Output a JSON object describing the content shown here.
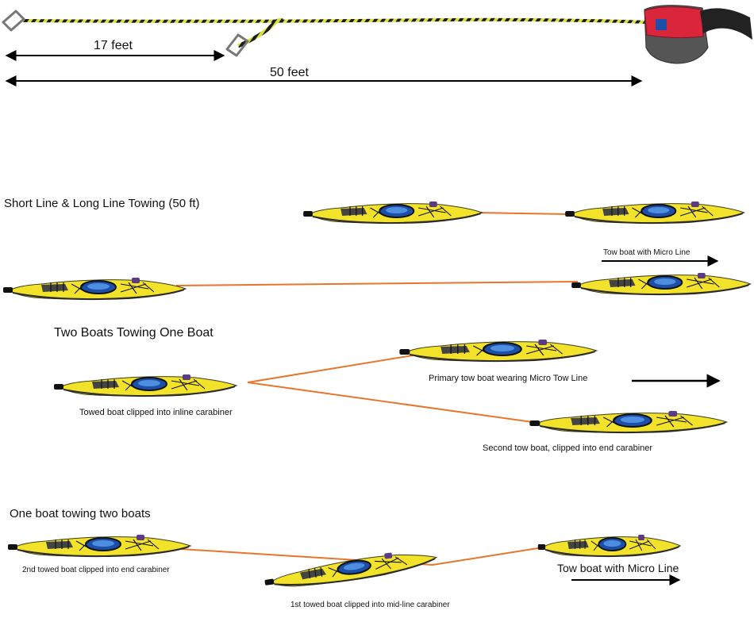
{
  "measurements": {
    "short_line": "17 feet",
    "long_line": "50 feet"
  },
  "sections": {
    "short_long": {
      "title": "Short Line & Long Line Towing (50 ft)",
      "tow_caption": "Tow boat with Micro Line"
    },
    "two_boats": {
      "title": "Two Boats Towing One Boat",
      "towed_caption": "Towed boat clipped into inline carabiner",
      "primary_caption": "Primary tow boat wearing Micro Tow Line",
      "second_caption": "Second tow boat, clipped into end carabiner"
    },
    "one_boat": {
      "title": "One boat towing two boats",
      "second_towed_caption": "2nd towed boat clipped into end carabiner",
      "first_towed_caption": "1st towed boat clipped into mid-line carabiner",
      "tow_caption": "Tow boat with Micro Line"
    }
  },
  "colors": {
    "kayak_hull": "#f2e22a",
    "tow_line": "#e8762a",
    "cockpit": "#1e4fa8",
    "belt_bag": "#d9263a",
    "rope_yellow": "#d8e23a"
  },
  "icons": [
    "kayak-icon",
    "carabiner-icon",
    "tow-belt-bag-icon",
    "direction-arrow-icon"
  ]
}
